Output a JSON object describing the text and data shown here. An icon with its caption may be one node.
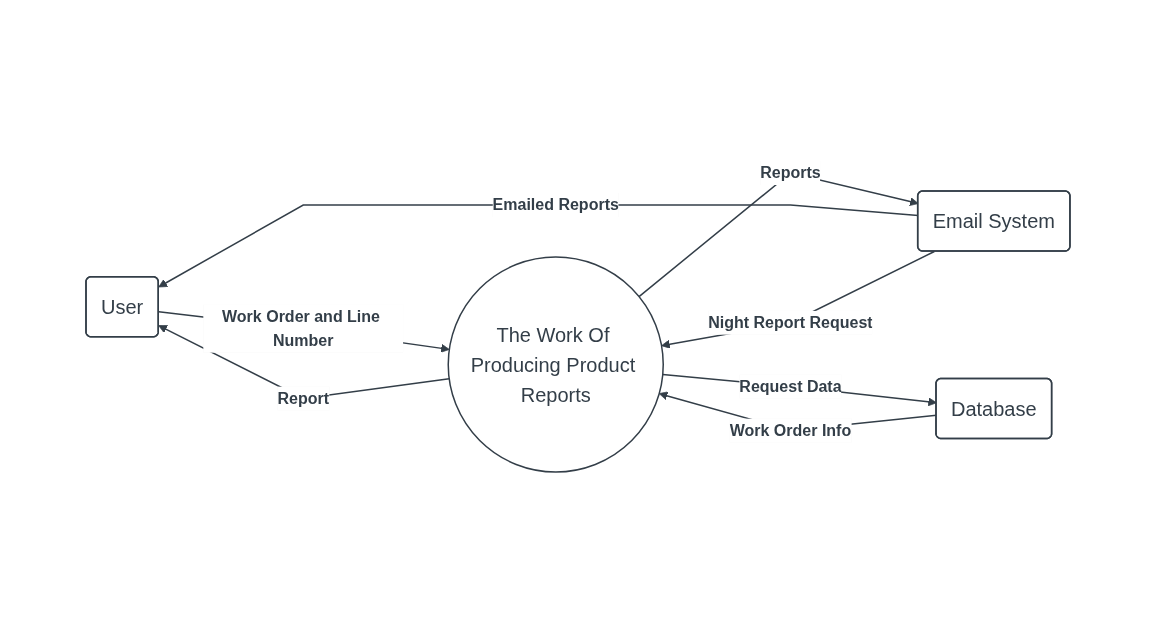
{
  "diagram": {
    "nodes": [
      {
        "text": [
          "User"
        ]
      },
      {
        "text": [
          "The Work Of Producing Product Reports"
        ]
      },
      {
        "text": [
          "Email System"
        ]
      },
      {
        "text": [
          "Database"
        ]
      }
    ],
    "edges": [
      {
        "from": 2,
        "to": 0,
        "label": "Emailed Reports",
        "arrow": "to"
      },
      {
        "from": 0,
        "to": 1,
        "label": "Work Order and Line Number",
        "arrow": "to"
      },
      {
        "from": 1,
        "to": 0,
        "label": "Report",
        "arrow": "to"
      },
      {
        "from": 2,
        "to": 1,
        "label": "Night Report Request",
        "arrow": "to"
      },
      {
        "from": 1,
        "to": 2,
        "label": "Reports",
        "arrow": "to"
      },
      {
        "from": 3,
        "to": 1,
        "label": "Work Order Info",
        "arrow": "to"
      },
      {
        "from": 1,
        "to": 3,
        "label": "Request Data",
        "arrow": "to"
      }
    ]
  }
}
